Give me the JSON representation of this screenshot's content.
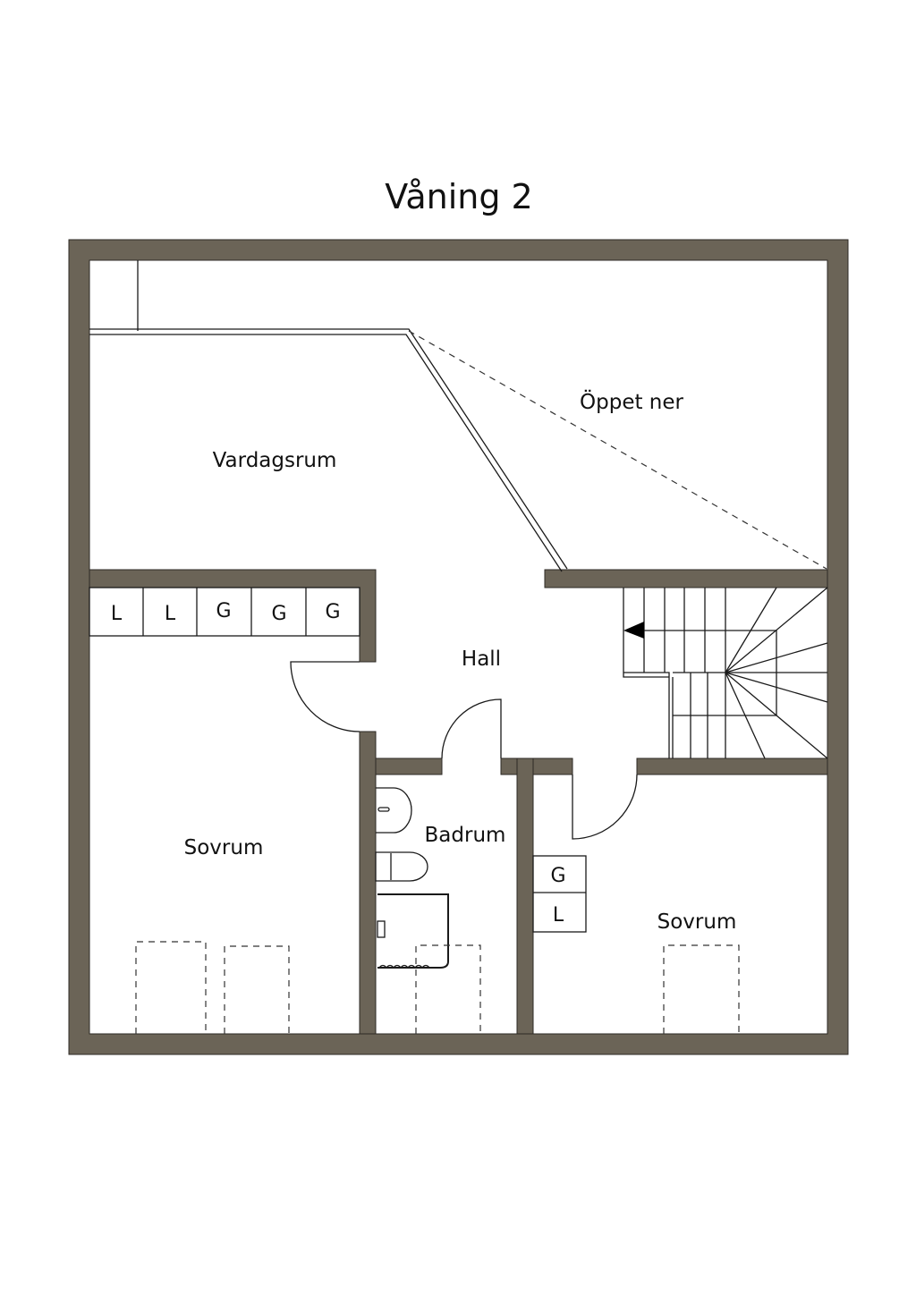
{
  "title": "Våning 2",
  "colors": {
    "wall": "#6b6457"
  },
  "rooms": {
    "open_below": "Öppet ner",
    "living_room": "Vardagsrum",
    "hall": "Hall",
    "bedroom_left": "Sovrum",
    "bathroom": "Badrum",
    "bedroom_right": "Sovrum"
  },
  "closets_left": [
    "L",
    "L",
    "G",
    "G",
    "G"
  ],
  "closets_right": [
    "G",
    "L"
  ]
}
